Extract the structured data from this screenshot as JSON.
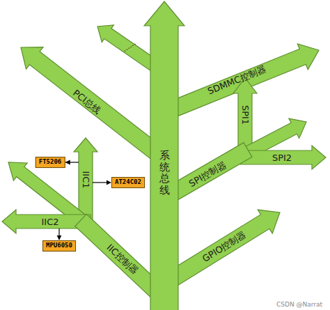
{
  "diagram": {
    "nodes": [
      {
        "text": [
          "FT5206"
        ]
      },
      {
        "text": [
          "AT24C02"
        ]
      },
      {
        "text": [
          "MPU6050"
        ]
      }
    ],
    "labels": [
      "......",
      "PCI总线",
      "SDMMC控制器",
      "SPI1",
      "SPI控制器",
      "SPI2",
      "系统总线",
      "IIC1",
      "IIC2",
      "IIC控制器",
      "GPIO控制器",
      "CSDN @Narrat"
    ]
  }
}
